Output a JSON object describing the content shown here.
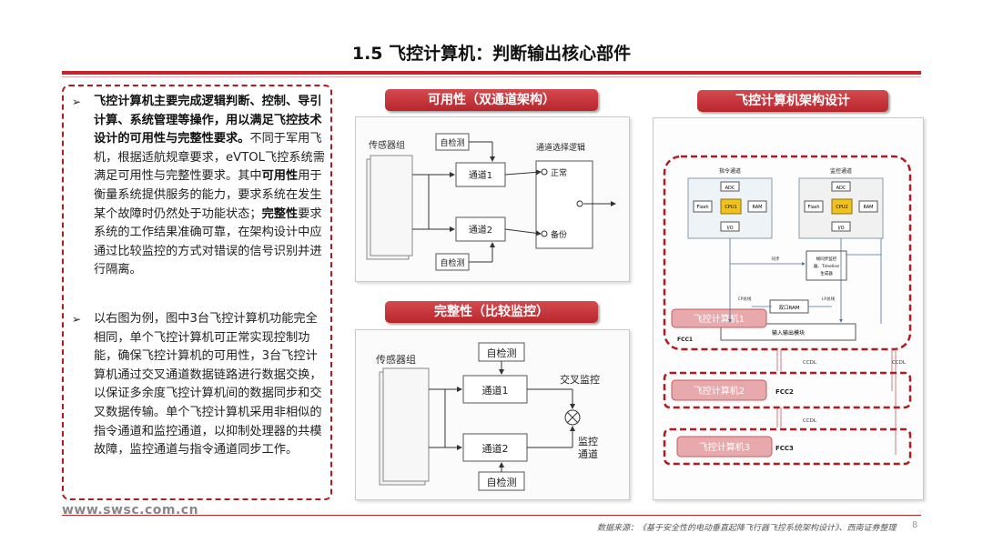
{
  "title": "1.5 飞控计算机：判断输出核心部件",
  "website": "www.swsc.com.cn",
  "source": "数据来源：《基于安全性的电动垂直起降飞行器飞控系统架构设计》、西南证券整理",
  "page_number": "8",
  "left_text": {
    "p1_bold": "飞控计算机主要完成逻辑判断、控制、导引计算、系统管理等操作，用以满足飞控技术设计的可用性与完整性要求。",
    "p1_a": "不同于军用飞机，根据适航规章要求，eVTOL飞控系统需满足可用性与完整性要求。其中",
    "p1_b1": "可用性",
    "p1_c": "用于衡量系统提供服务的能力，要求系统在发生某个故障时仍然处于功能状态；",
    "p1_b2": "完整性",
    "p1_d": "要求系统的工作结果准确可靠，在架构设计中应通过比较监控的方式对错误的信号识别并进行隔离。",
    "p2": "以右图为例，图中3台飞控计算机功能完全相同，单个飞控计算机可正常实现控制功能，确保飞控计算机的可用性，3台飞控计算机通过交叉通道数据链路进行数据交换，以保证多余度飞控计算机间的数据同步和交叉数据传输。单个飞控计算机采用非相似的指令通道和监控通道，以抑制处理器的共模故障，监控通道与指令通道同步工作。"
  },
  "availability": {
    "banner": "可用性（双通道架构）",
    "sensor": "传感器组",
    "selftest_top": "自检测",
    "selftest_bottom": "自检测",
    "channel1": "通道1",
    "channel2": "通道2",
    "logic": "通道选择逻辑",
    "normal": "正常",
    "backup": "备份"
  },
  "integrity": {
    "banner": "完整性（比较监控）",
    "sensor": "传感器组",
    "selftest_top": "自检测",
    "selftest_bottom": "自检测",
    "channel1": "通道1",
    "channel2": "通道2",
    "cross_monitor": "交叉监控",
    "monitor_1": "监控",
    "monitor_2": "通道"
  },
  "architecture": {
    "banner": "飞控计算机架构设计",
    "cmd_channel": "指令通道",
    "mon_channel": "监控通道",
    "adc": "ADC",
    "flash": "Flash",
    "ram": "RAM",
    "io": "I/O",
    "cpu1": "CPU1",
    "cpu2": "CPU2",
    "sync": "同步",
    "timeline_1": "帧同步监控",
    "timeline_2": "器、Timeline",
    "timeline_3": "生成器",
    "dual_ram": "双口RAM",
    "cp_bus": "CP总线",
    "lp_bus": "LP总线",
    "io_module": "输入输出模块",
    "fcc1_label": "飞控计算机1",
    "fcc2_label": "飞控计算机2",
    "fcc3_label": "飞控计算机3",
    "fcc1": "FCC1",
    "fcc2": "FCC2",
    "fcc3": "FCC3",
    "ccdl": "CCDL"
  },
  "colors": {
    "accent": "#c8242b",
    "banner": "#c23138",
    "dashed": "#b3191f",
    "cpu": "#f2c21b"
  }
}
